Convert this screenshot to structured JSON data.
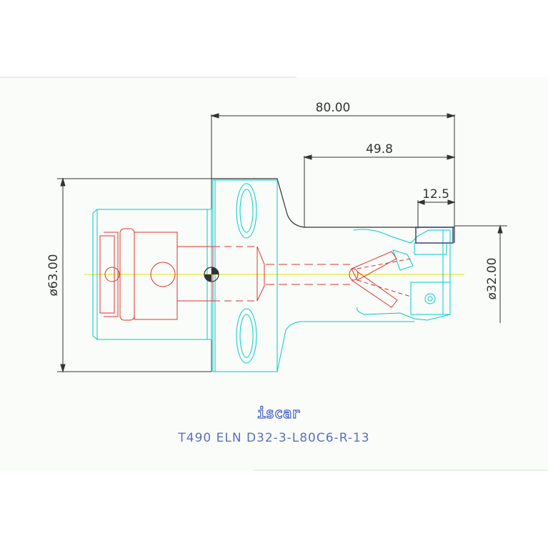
{
  "drawing": {
    "background_color": "#f9fcf8",
    "colors": {
      "dimension": "#333333",
      "body_outline": "#00cccc",
      "internal_parts": "#dd3333",
      "centerline": "#e6e600",
      "caption": "#5f6fbf",
      "logo": "#4a62c7"
    },
    "dimensions": {
      "overall_length": "80.00",
      "reach_length": "49.8",
      "insert_width": "12.5",
      "shank_diameter": "ø63.00",
      "cutting_diameter": "ø32.00"
    },
    "logo_text": "iscar",
    "part_number": "T490 ELN D32-3-L80C6-R-13"
  }
}
